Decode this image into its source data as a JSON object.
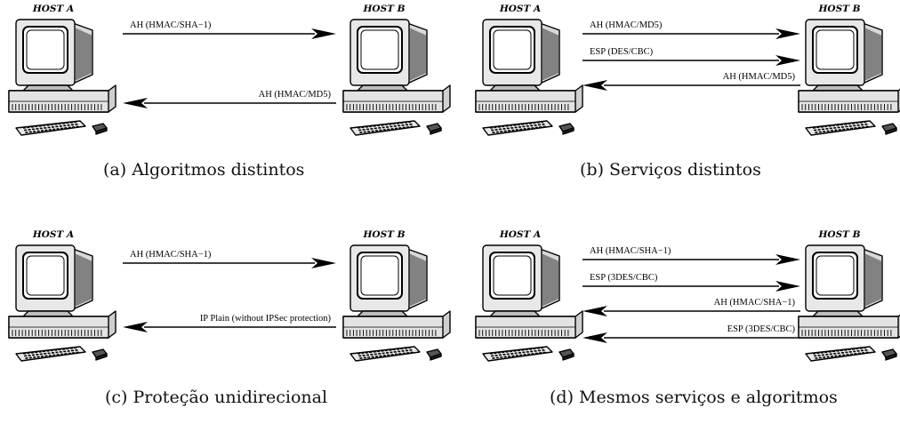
{
  "panels": [
    {
      "caption": "(a) Algoritmos distintos",
      "host_a": "HOST A",
      "host_b": "HOST B",
      "arrows": [
        {
          "label": "AH (HMAC/SHA−1)",
          "direction": "a_to_b"
        },
        {
          "label": "AH (HMAC/MD5)",
          "direction": "b_to_a"
        }
      ]
    },
    {
      "caption": "(b) Serviços distintos",
      "host_a": "HOST A",
      "host_b": "HOST B",
      "arrows": [
        {
          "label": "AH (HMAC/MD5)",
          "direction": "a_to_b"
        },
        {
          "label": "ESP (DES/CBC)",
          "direction": "a_to_b"
        },
        {
          "label": "AH (HMAC/MD5)",
          "direction": "b_to_a"
        }
      ]
    },
    {
      "caption": "(c) Proteção unidirecional",
      "host_a": "HOST A",
      "host_b": "HOST B",
      "arrows": [
        {
          "label": "AH (HMAC/SHA−1)",
          "direction": "a_to_b"
        },
        {
          "label": "IP Plain (without IPSec protection)",
          "direction": "b_to_a"
        }
      ]
    },
    {
      "caption": "(d) Mesmos serviços e algoritmos",
      "host_a": "HOST A",
      "host_b": "HOST B",
      "arrows": [
        {
          "label": "AH (HMAC/SHA−1)",
          "direction": "a_to_b"
        },
        {
          "label": "ESP (3DES/CBC)",
          "direction": "a_to_b"
        },
        {
          "label": "AH (HMAC/SHA−1)",
          "direction": "b_to_a"
        },
        {
          "label": "ESP (3DES/CBC)",
          "direction": "b_to_a"
        }
      ]
    }
  ]
}
